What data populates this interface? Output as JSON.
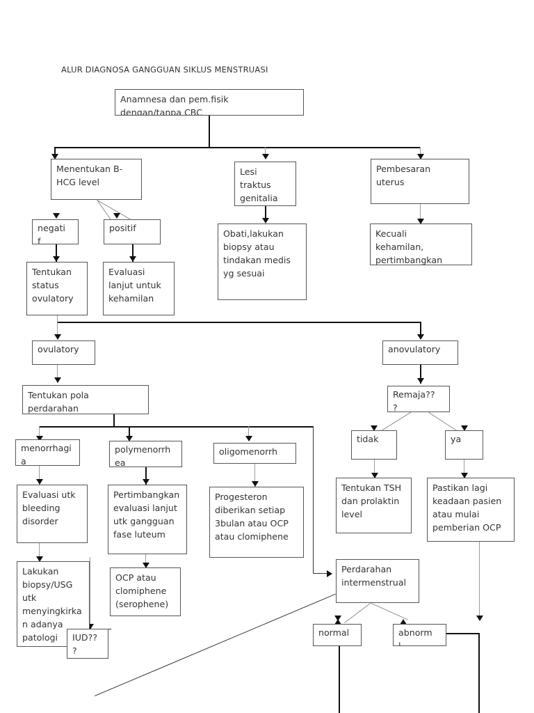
{
  "document": {
    "title": "ALUR DIAGNOSA GANGGUAN SIKLUS MENSTRUASI",
    "language": "id"
  },
  "chart_data": {
    "type": "diagram",
    "diagram_type": "flowchart",
    "title": "ALUR DIAGNOSA GANGGUAN SIKLUS MENSTRUASI",
    "orientation": "top-down",
    "node_count": 27,
    "nodes": [
      {
        "id": "n1",
        "label": "Anamnesa dan pem.fisik\ndengan/tanpa CBC",
        "clipped": true
      },
      {
        "id": "n2",
        "label": "Menentukan B-\nHCG level"
      },
      {
        "id": "n3",
        "label": "Lesi\ntraktus\ngenitalia"
      },
      {
        "id": "n4",
        "label": "Pembesaran\nuterus"
      },
      {
        "id": "n5",
        "label": "negati\nf",
        "clipped": true
      },
      {
        "id": "n6",
        "label": "positif"
      },
      {
        "id": "n7",
        "label": "Obati,lakukan\nbiopsy atau\ntindakan medis\nyg sesuai"
      },
      {
        "id": "n8",
        "label": "Kecuali\nkehamilan,\npertimbangkan"
      },
      {
        "id": "n9",
        "label": "Tentukan\nstatus\novulatory"
      },
      {
        "id": "n10",
        "label": "Evaluasi\nlanjut untuk\nkehamilan"
      },
      {
        "id": "n11",
        "label": "ovulatory"
      },
      {
        "id": "n12",
        "label": "anovulatory"
      },
      {
        "id": "n13",
        "label": "Tentukan pola\nperdarahan"
      },
      {
        "id": "n14",
        "label": "Remaja??\n?",
        "clipped": true
      },
      {
        "id": "n15",
        "label": "menorrhagi\na",
        "clipped": true
      },
      {
        "id": "n16",
        "label": "polymenorrh\nea",
        "clipped": true
      },
      {
        "id": "n17",
        "label": "oligomenorrh"
      },
      {
        "id": "n18",
        "label": "tidak"
      },
      {
        "id": "n19",
        "label": "ya"
      },
      {
        "id": "n20",
        "label": "Evaluasi utk\nbleeding\ndisorder"
      },
      {
        "id": "n21",
        "label": "Pertimbangkan\nevaluasi lanjut\nutk gangguan\nfase luteum"
      },
      {
        "id": "n22",
        "label": "Progesteron\ndiberikan setiap\n3bulan atau OCP\natau clomiphene"
      },
      {
        "id": "n23",
        "label": "Tentukan TSH\ndan prolaktin\nlevel"
      },
      {
        "id": "n24",
        "label": "Pastikan lagi\nkeadaan pasien\natau mulai\npemberian OCP"
      },
      {
        "id": "n25",
        "label": "Lakukan\nbiopsy/USG\nutk\nmenyingkirka\nn adanya\npatologi"
      },
      {
        "id": "n26",
        "label": "OCP atau\nclomiphene\n(serophene)"
      },
      {
        "id": "n27",
        "label": "IUD??\n?",
        "clipped": true
      },
      {
        "id": "n28",
        "label": "Perdarahan\nintermenstrual"
      },
      {
        "id": "n29",
        "label": "normal"
      },
      {
        "id": "n30",
        "label": "abnorm\nl",
        "clipped": true
      }
    ],
    "edges": [
      {
        "from": "n1",
        "to": "n2"
      },
      {
        "from": "n1",
        "to": "n3"
      },
      {
        "from": "n1",
        "to": "n4"
      },
      {
        "from": "n2",
        "to": "n5"
      },
      {
        "from": "n2",
        "to": "n6"
      },
      {
        "from": "n3",
        "to": "n7"
      },
      {
        "from": "n4",
        "to": "n8"
      },
      {
        "from": "n5",
        "to": "n9"
      },
      {
        "from": "n6",
        "to": "n10"
      },
      {
        "from": "n9",
        "to": "n11"
      },
      {
        "from": "n9",
        "to": "n12"
      },
      {
        "from": "n11",
        "to": "n13"
      },
      {
        "from": "n12",
        "to": "n14"
      },
      {
        "from": "n13",
        "to": "n15"
      },
      {
        "from": "n13",
        "to": "n16"
      },
      {
        "from": "n13",
        "to": "n17"
      },
      {
        "from": "n13",
        "to": "n28"
      },
      {
        "from": "n14",
        "to": "n18"
      },
      {
        "from": "n14",
        "to": "n19"
      },
      {
        "from": "n15",
        "to": "n20"
      },
      {
        "from": "n16",
        "to": "n21"
      },
      {
        "from": "n17",
        "to": "n22"
      },
      {
        "from": "n18",
        "to": "n23"
      },
      {
        "from": "n19",
        "to": "n24"
      },
      {
        "from": "n20",
        "to": "n25"
      },
      {
        "from": "n21",
        "to": "n26"
      },
      {
        "from": "n25",
        "to": "n27"
      },
      {
        "from": "n26",
        "to": "n27"
      },
      {
        "from": "n24",
        "to": "n30"
      },
      {
        "from": "n28",
        "to": "n29"
      },
      {
        "from": "n28",
        "to": "n30"
      }
    ],
    "colors": {
      "box_border": "#555555",
      "line": "#333333",
      "line_light": "#9a9a9a",
      "text": "#333333",
      "background": "#ffffff"
    }
  },
  "nodes": {
    "n1": "Anamnesa dan pem.fisik\ndengan/tanpa CBC",
    "n2": "Menentukan B-\nHCG level",
    "n3": "Lesi\ntraktus\ngenitalia",
    "n4": "Pembesaran\nuterus",
    "n5": "negati\nf",
    "n6": "positif",
    "n7": "Obati,lakukan\nbiopsy atau\ntindakan medis\nyg sesuai",
    "n8": "Kecuali\nkehamilan,\npertimbangkan",
    "n9": "Tentukan\nstatus\novulatory",
    "n10": "Evaluasi\nlanjut untuk\nkehamilan",
    "n11": "ovulatory",
    "n12": "anovulatory",
    "n13": "Tentukan pola\nperdarahan",
    "n14": "Remaja??\n?",
    "n15": "menorrhagi\na",
    "n16": "polymenorrh\nea",
    "n17": "oligomenorrh",
    "n18": "tidak",
    "n19": "ya",
    "n20": "Evaluasi utk\nbleeding\ndisorder",
    "n21": "Pertimbangkan\nevaluasi lanjut\nutk gangguan\nfase luteum",
    "n22": "Progesteron\ndiberikan setiap\n3bulan atau OCP\natau clomiphene",
    "n23": "Tentukan TSH\ndan prolaktin\nlevel",
    "n24": "Pastikan lagi\nkeadaan pasien\natau mulai\npemberian OCP",
    "n25": "Lakukan\nbiopsy/USG\nutk\nmenyingkirka\nn adanya\npatologi",
    "n26": "OCP atau\nclomiphene\n(serophene)",
    "n27": "IUD??\n?",
    "n28": "Perdarahan\nintermenstrual",
    "n29": "normal",
    "n30": "abnorm\nl"
  }
}
